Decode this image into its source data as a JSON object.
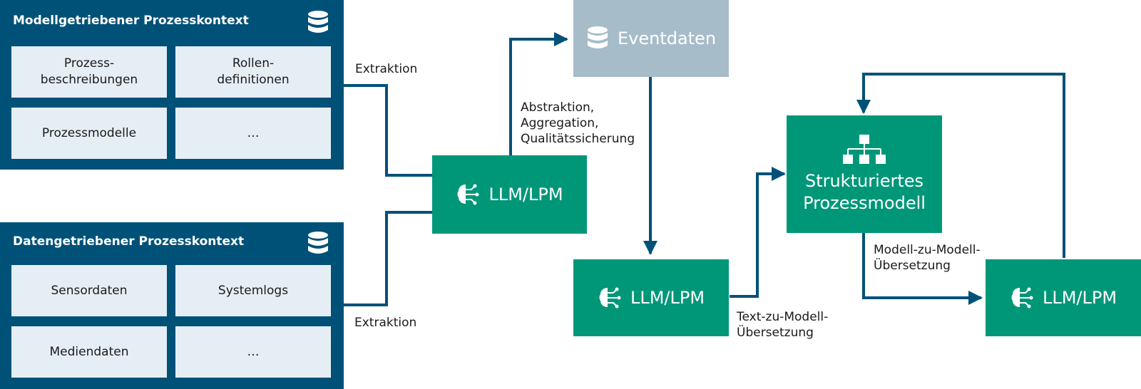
{
  "panels": {
    "model_driven": {
      "title": "Modellgetriebener Prozesskontext",
      "cells": [
        "Prozess-\nbeschreibungen",
        "Rollen-\ndefinitionen",
        "Prozessmodelle",
        "…"
      ]
    },
    "data_driven": {
      "title": "Datengetriebener Prozesskontext",
      "cells": [
        "Sensordaten",
        "Systemlogs",
        "Mediendaten",
        "…"
      ]
    }
  },
  "nodes": {
    "llm_1": "LLM/LPM",
    "llm_2": "LLM/LPM",
    "llm_3": "LLM/LPM",
    "eventdaten": "Eventdaten",
    "structured_model": "Strukturiertes\nProzessmodell"
  },
  "edge_labels": {
    "extraktion_top": "Extraktion",
    "extraktion_bottom": "Extraktion",
    "abstraktion": "Abstraktion,\nAggregation,\nQualitätssicherung",
    "text_zu_modell": "Text-zu-Modell-\nÜbersetzung",
    "modell_zu_modell": "Modell-zu-Modell-\nÜbersetzung"
  },
  "icons": {
    "database": "database-icon",
    "ai_brain": "ai-brain-icon",
    "hierarchy": "hierarchy-icon"
  },
  "colors": {
    "panel_blue": "#005178",
    "cell_light": "#e6eef5",
    "green": "#009779",
    "gray_blue": "#a7bcc9",
    "arrow": "#005178"
  }
}
